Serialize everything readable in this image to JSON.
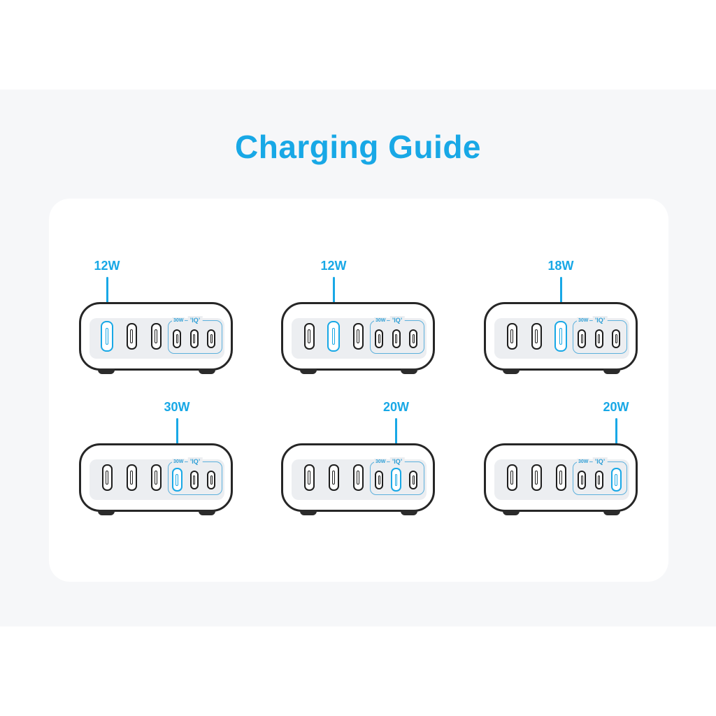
{
  "title": "Charging Guide",
  "colors": {
    "accent": "#18a8e6",
    "box_outline": "#5cb0dc",
    "port_outline": "#1e1e1e",
    "section_bg": "#f6f7f9",
    "card_bg": "#ffffff",
    "panel_bg": "#eceef1"
  },
  "port_group": {
    "max_label": "30W",
    "iq_label": "’IQ’"
  },
  "chargers": [
    {
      "watt": "12W",
      "highlight_port": 1
    },
    {
      "watt": "12W",
      "highlight_port": 2
    },
    {
      "watt": "18W",
      "highlight_port": 3
    },
    {
      "watt": "30W",
      "highlight_port": 4
    },
    {
      "watt": "20W",
      "highlight_port": 5
    },
    {
      "watt": "20W",
      "highlight_port": 6
    }
  ]
}
